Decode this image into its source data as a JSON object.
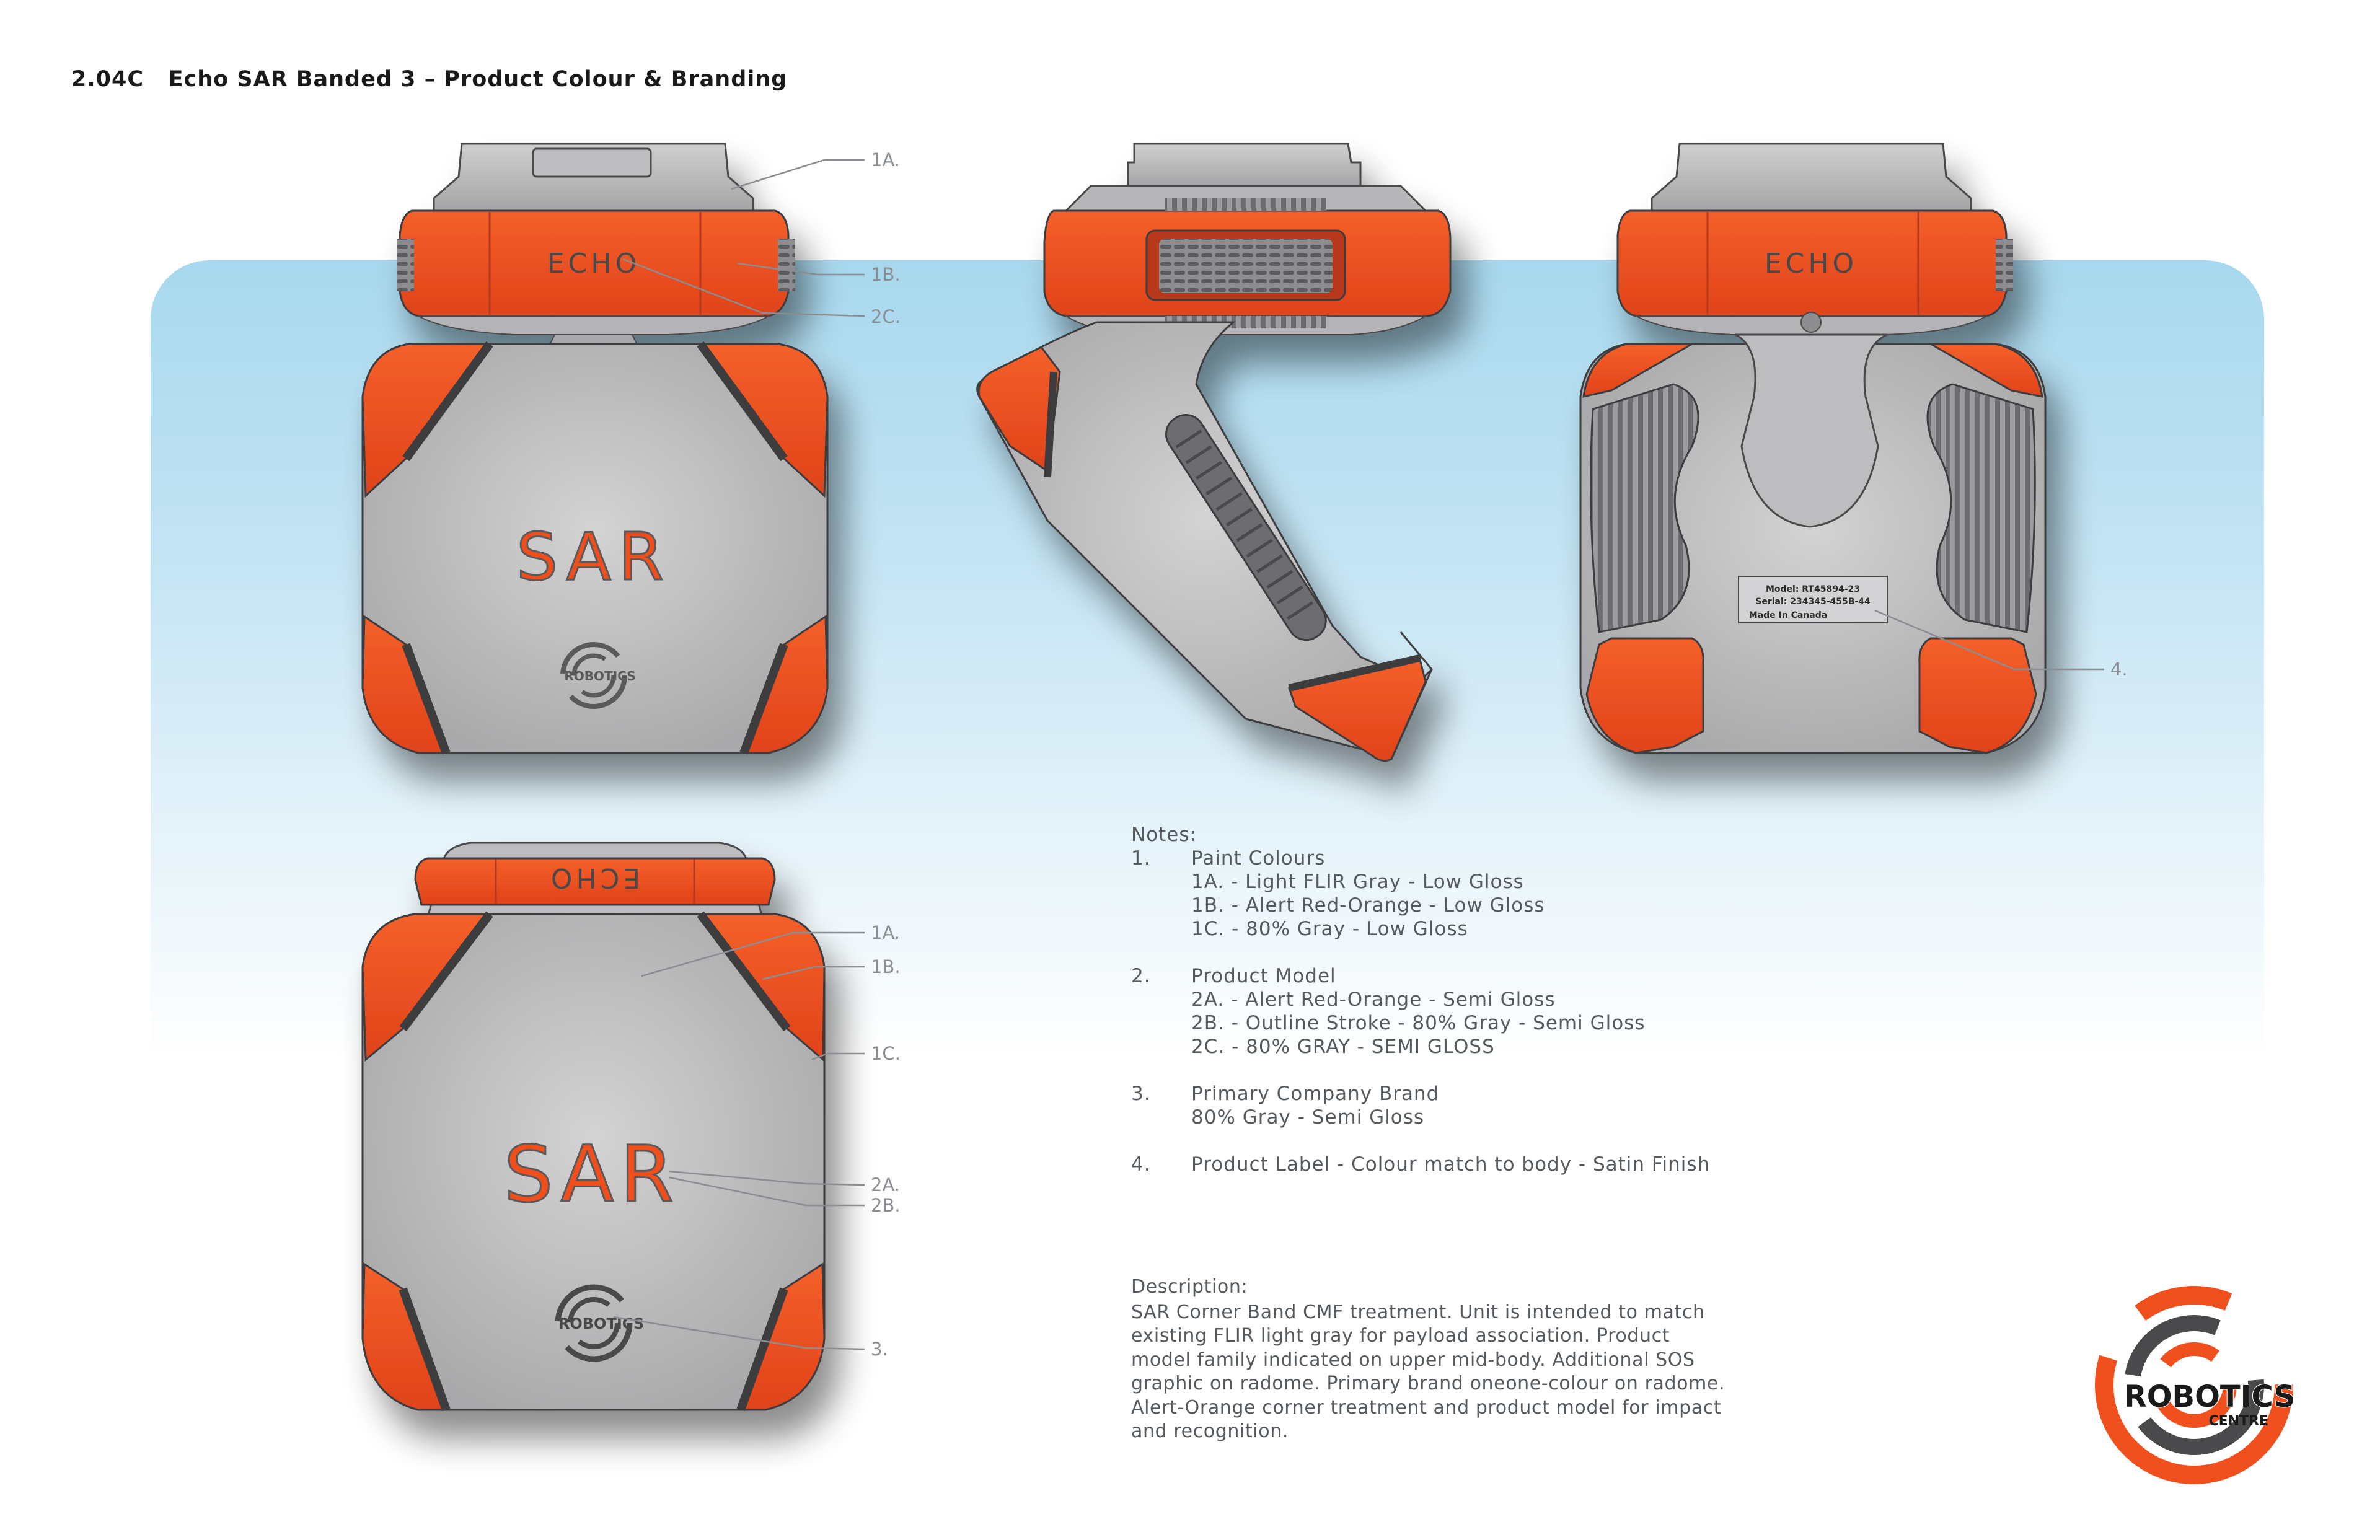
{
  "page_title": "2.04C   Echo SAR Banded 3 – Product Colour & Branding",
  "colors": {
    "body_gray": "#c9c8c9",
    "alert_orange": "#f0501e",
    "dark_gray": "#3d3d3f",
    "background_blue": "#a8d8ee"
  },
  "product": {
    "model_word": "ECHO",
    "family_word": "SAR",
    "brand_word": "ROBOTICS",
    "brand_sub": "CENTRE"
  },
  "product_label": {
    "model": "Model:  RT45894-23",
    "serial": "Serial:  234345-455B-44",
    "origin": "Made In Canada"
  },
  "callouts": {
    "c1a": "1A.",
    "c1b": "1B.",
    "c2c": "2C.",
    "c4": "4.",
    "c1a_b": "1A.",
    "c1b_b": "1B.",
    "c1c": "1C.",
    "c2a": "2A.",
    "c2b": "2B.",
    "c3": "3."
  },
  "notes": {
    "heading": "Notes:",
    "items": [
      {
        "num": "1.",
        "title": "Paint Colours",
        "subs": [
          "1A. - Light FLIR Gray - Low Gloss",
          "1B. - Alert Red-Orange - Low Gloss",
          "1C. - 80% Gray - Low Gloss"
        ]
      },
      {
        "num": "2.",
        "title": "Product Model",
        "subs": [
          "2A. - Alert Red-Orange - Semi Gloss",
          "2B. - Outline Stroke - 80% Gray - Semi Gloss",
          "2C. - 80% GRAY - SEMI GLOSS"
        ]
      },
      {
        "num": "3.",
        "title": "Primary Company Brand",
        "subs": [
          "80% Gray - Semi Gloss"
        ]
      },
      {
        "num": "4.",
        "title": "Product Label - Colour match to body - Satin Finish",
        "subs": []
      }
    ]
  },
  "description": {
    "heading": "Description:",
    "lines": [
      "SAR Corner Band CMF treatment.  Unit is intended to match",
      "existing FLIR light gray for payload association.  Product",
      "model family indicated on upper mid-body.  Additional SOS",
      "graphic on radome.  Primary brand oneone-colour on radome.",
      "Alert-Orange corner treatment and product model for impact",
      "and recognition."
    ]
  }
}
